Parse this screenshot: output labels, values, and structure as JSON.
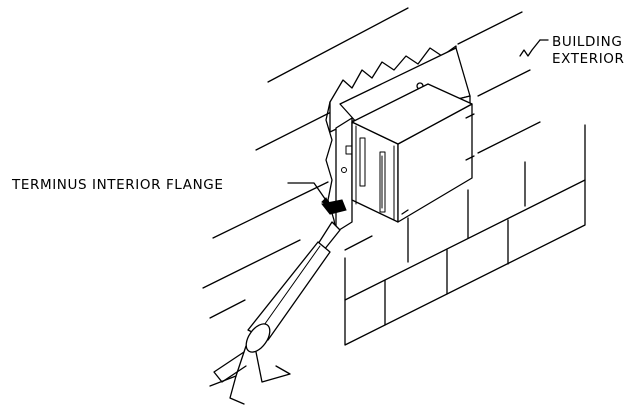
{
  "labels": {
    "building_exterior_line1": "BUILDING",
    "building_exterior_line2": "EXTERIOR",
    "terminus_flange": "TERMINUS INTERIOR FLANGE"
  },
  "colors": {
    "ink": "#000000",
    "paper": "#ffffff"
  },
  "icons": {
    "squiggle": "leader-squiggle-icon"
  }
}
